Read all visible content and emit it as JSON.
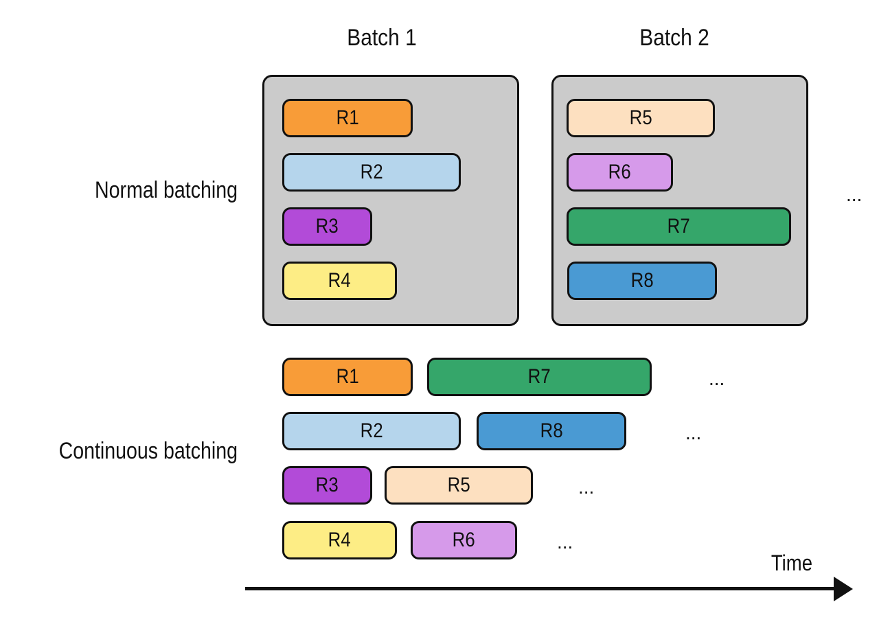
{
  "headers": {
    "batch1": "Batch 1",
    "batch2": "Batch 2"
  },
  "rows": {
    "normal": "Normal batching",
    "continuous": "Continuous batching"
  },
  "ellipsis": "...",
  "time_label": "Time",
  "colors": {
    "R1": "#f89c38",
    "R2": "#b5d5ec",
    "R3": "#b24bd8",
    "R4": "#fded85",
    "R5": "#fde0c0",
    "R6": "#d69aea",
    "R7": "#35a66a",
    "R8": "#4a9ad3",
    "batch_bg": "#cbcbcb"
  },
  "normal_batching": {
    "batch1": [
      "R1",
      "R2",
      "R3",
      "R4"
    ],
    "batch2": [
      "R5",
      "R6",
      "R7",
      "R8"
    ]
  },
  "continuous_batching": [
    [
      "R1",
      "R7"
    ],
    [
      "R2",
      "R8"
    ],
    [
      "R3",
      "R5"
    ],
    [
      "R4",
      "R6"
    ]
  ]
}
